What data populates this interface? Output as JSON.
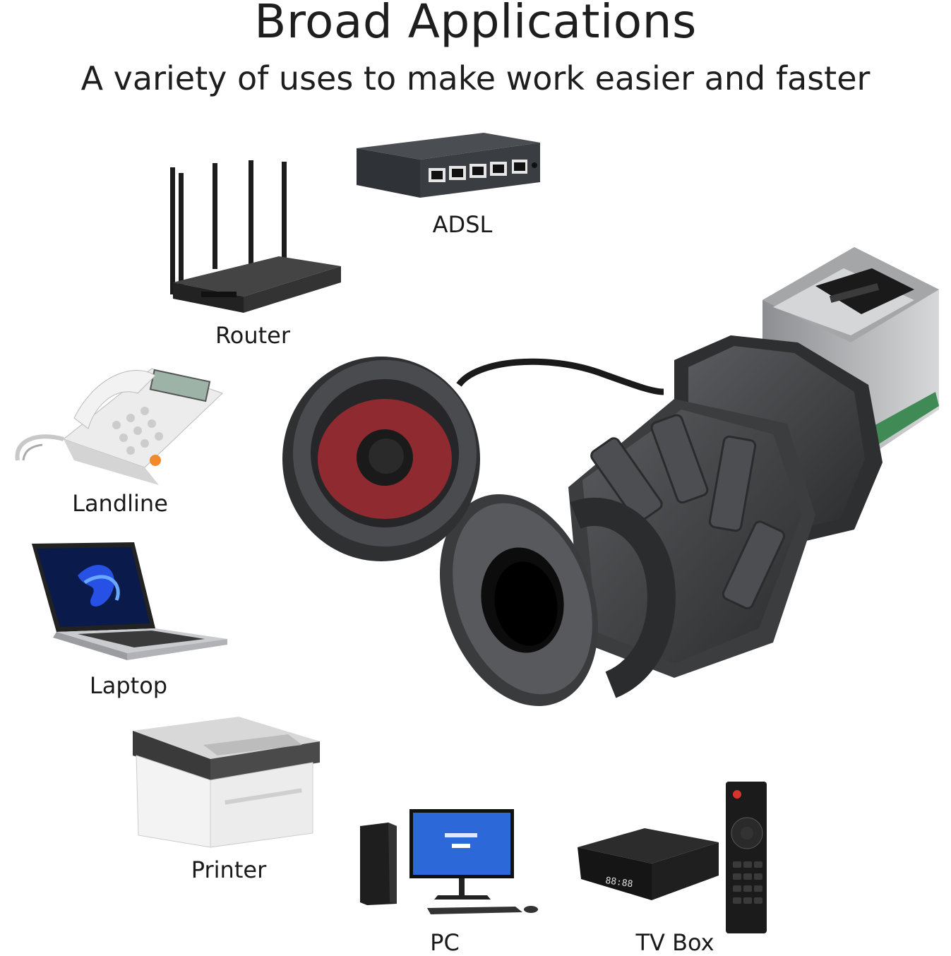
{
  "header": {
    "title": "Broad Applications",
    "subtitle": "A variety of uses to make work easier and faster"
  },
  "devices": {
    "adsl": "ADSL",
    "router": "Router",
    "landline": "Landline",
    "laptop": "Laptop",
    "printer": "Printer",
    "pc": "PC",
    "tv_box": "TV Box"
  },
  "tv_box_display": "88:88",
  "colors": {
    "connector_body": "#3c3d3f",
    "seal_red": "#8e2a30",
    "metal_housing": "#b9babc",
    "pcb_green": "#3f8a55"
  }
}
